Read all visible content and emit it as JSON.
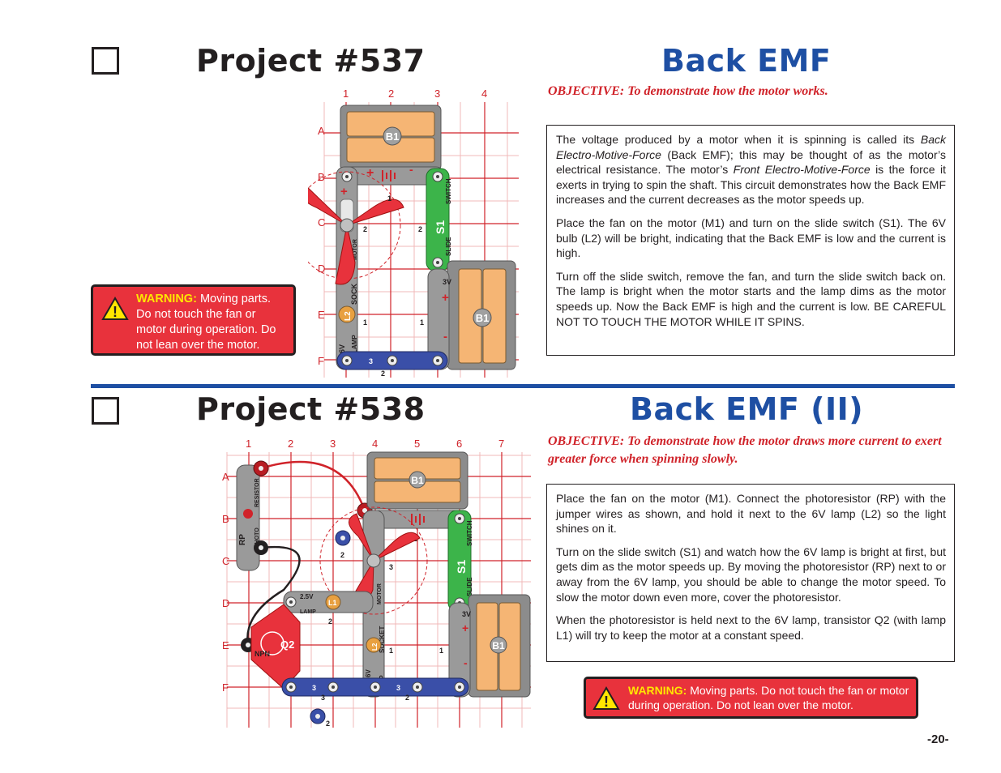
{
  "project537": {
    "number": "Project #537",
    "name": "Back EMF",
    "objective": "OBJECTIVE:  To demonstrate how the motor works.",
    "p1": [
      "The voltage produced by a motor when it is spinning is called its ",
      "Back Electro-Motive-Force",
      " (Back EMF); this may be thought of as the motor’s electrical resistance.  The motor’s ",
      "Front Electro-Motive-Force",
      " is the force it exerts in trying to spin the shaft.  This circuit demonstrates how the Back EMF increases and the current decreases as the motor speeds up."
    ],
    "p2": "Place the fan on the motor (M1) and turn on the slide switch (S1).  The 6V bulb (L2) will be bright, indicating that the Back EMF is low and the current is high.",
    "p3": "Turn off the slide switch, remove the fan, and turn the slide switch back on.  The lamp is bright when the motor starts and the lamp dims as the motor speeds up.  Now the Back EMF is high and the current is low.  BE CAREFUL NOT TO TOUCH THE MOTOR WHILE IT SPINS.",
    "warning_label": "WARNING:",
    "warning_text": "  Moving parts.  Do not touch the fan or motor during operation. Do not lean over the motor.",
    "diagram": {
      "cols": [
        "1",
        "2",
        "3",
        "4"
      ],
      "rows": [
        "A",
        "B",
        "C",
        "D",
        "E",
        "F"
      ],
      "b1_top": "B1",
      "b1_right": "B1",
      "s1": "S1",
      "s1_side": "SLIDE",
      "s1_name": "SWITCH",
      "l2": "L2",
      "lamp_v": "6V",
      "lamp_word": "LAMP",
      "sock_word": "SOCK",
      "motor_word": "MOTOR",
      "batt_v": "3V",
      "wire_num": "3",
      "n1": "1",
      "n2": "2"
    }
  },
  "project538": {
    "number": "Project #538",
    "name": "Back EMF (II)",
    "objective": "OBJECTIVE:  To demonstrate how the motor draws more current to exert greater force when spinning slowly.",
    "p1": "Place the fan on the motor (M1).  Connect the photoresistor (RP) with the jumper wires as shown, and hold it next to the 6V lamp (L2) so the light shines on it.",
    "p2": "Turn on the slide switch (S1) and watch how the 6V lamp is bright at first, but gets dim as the motor speeds up.  By moving the photoresistor (RP) next to or away from the 6V lamp, you should be able to change the motor speed.  To slow the motor down even more, cover the photoresistor.",
    "p3": "When the photoresistor is held next to the 6V lamp, transistor Q2 (with lamp L1) will try to keep the motor at a constant speed.",
    "warning_label": "WARNING:",
    "warning_text": "  Moving parts.  Do not touch the fan or motor during operation. Do not lean over the motor.",
    "diagram": {
      "cols": [
        "1",
        "2",
        "3",
        "4",
        "5",
        "6",
        "7"
      ],
      "rows": [
        "A",
        "B",
        "C",
        "D",
        "E",
        "F"
      ],
      "b1_top": "B1",
      "b1_right": "B1",
      "s1": "S1",
      "s1_side": "SLIDE",
      "s1_name": "SWITCH",
      "rp": "RP",
      "photo": "PHOTO",
      "resistor": "RESISTOR",
      "q2": "Q2",
      "npn": "NPN",
      "l1": "L1",
      "l1_v": "2.5V",
      "l2": "L2",
      "lamp_v": "6V",
      "lamp_word": "LAMP",
      "sock_word": "SOCKET",
      "motor_word": "MOTOR",
      "batt_v": "3V",
      "wire_num": "3",
      "n1": "1",
      "n2": "2",
      "n3": "3"
    }
  },
  "page_number": "-20-"
}
